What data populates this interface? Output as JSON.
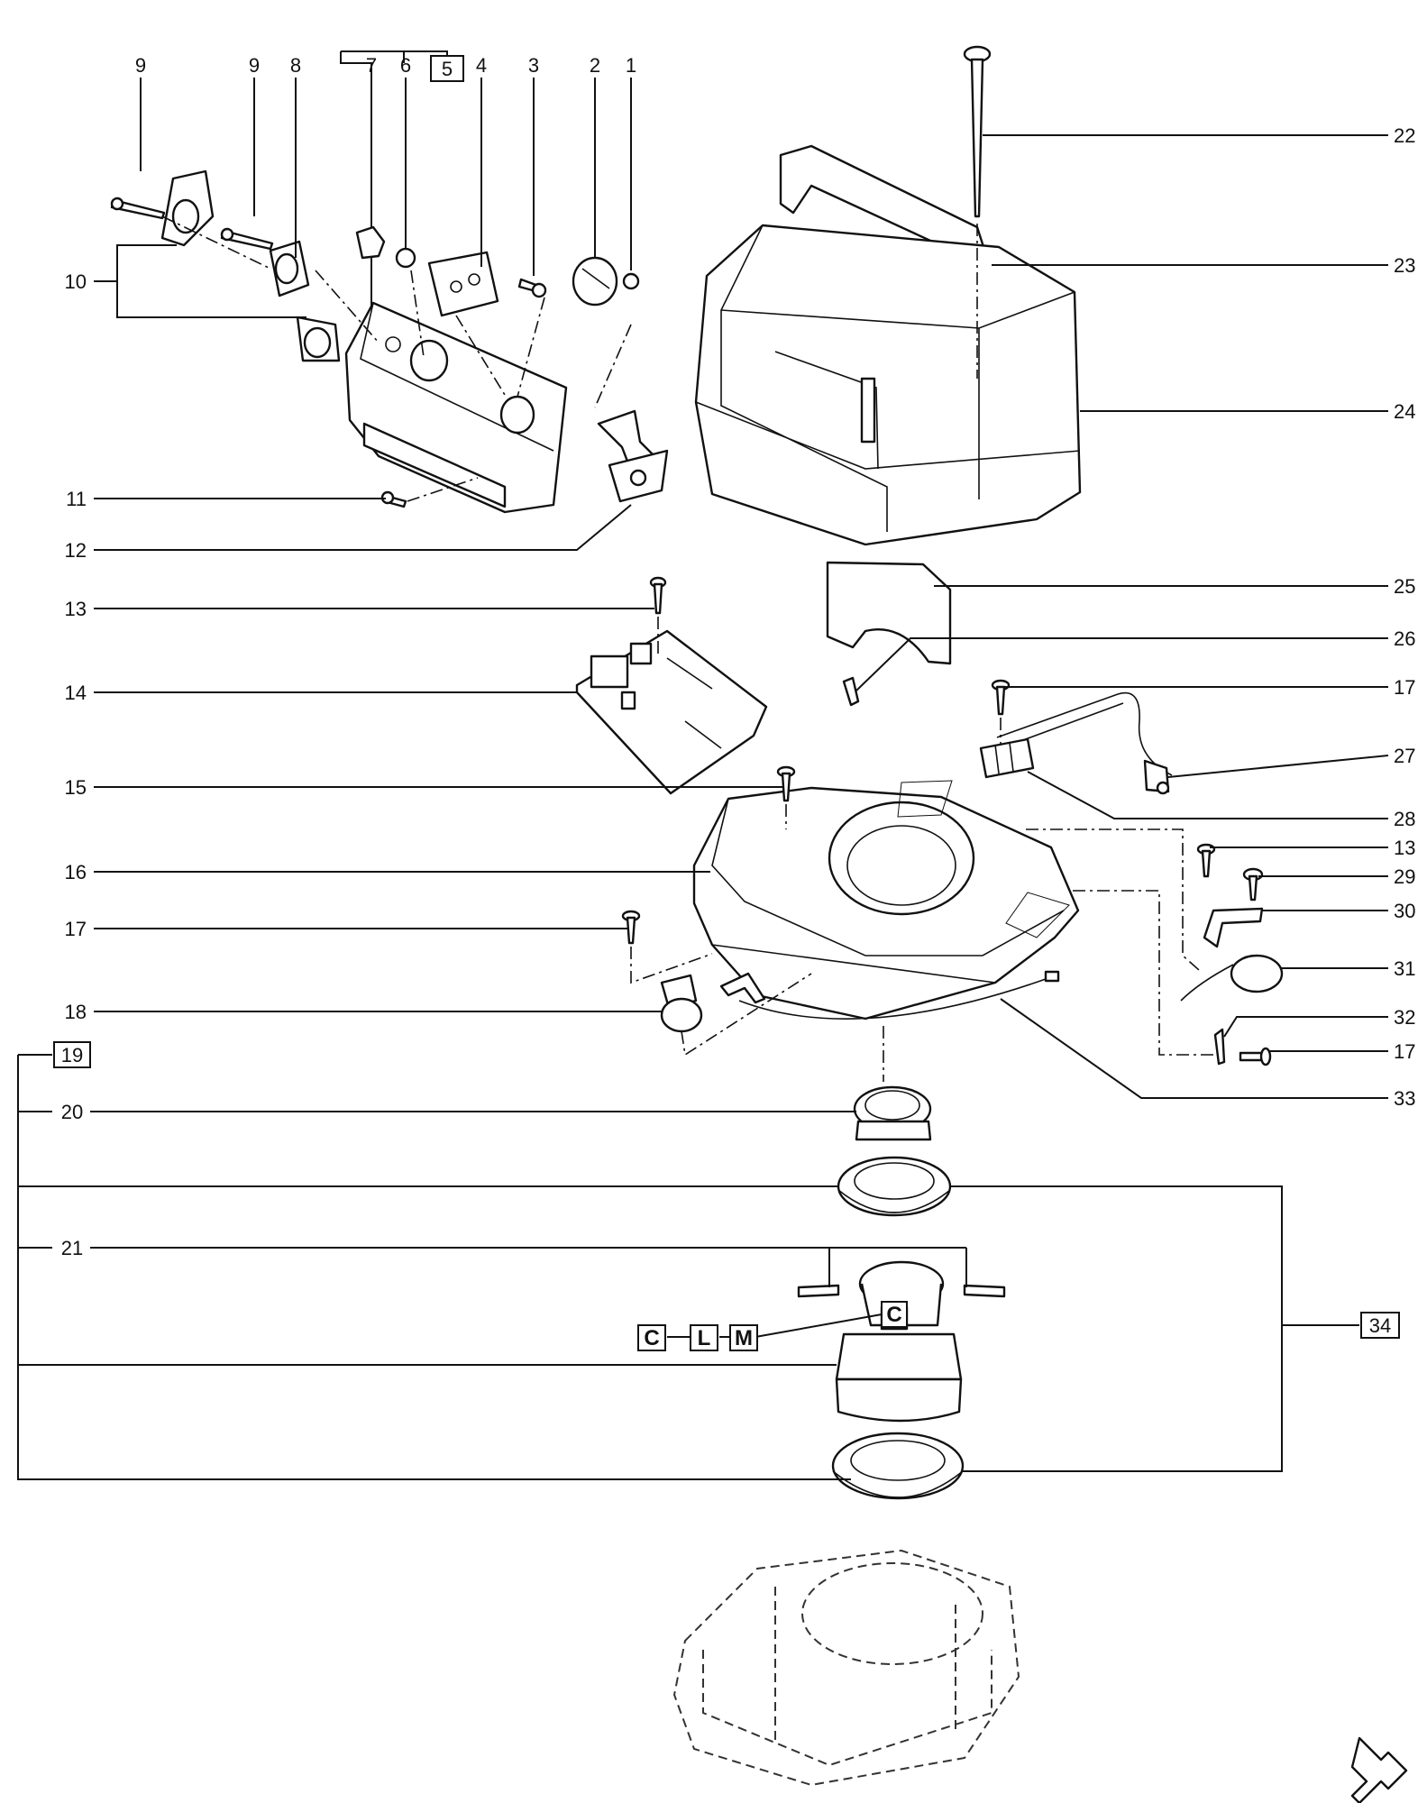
{
  "callouts": {
    "c1": "1",
    "c2": "2",
    "c3": "3",
    "c4": "4",
    "c5": "5",
    "c6": "6",
    "c7": "7",
    "c8": "8",
    "c9a": "9",
    "c9b": "9",
    "c10": "10",
    "c11": "11",
    "c12": "12",
    "c13a": "13",
    "c13b": "13",
    "c14": "14",
    "c15": "15",
    "c16": "16",
    "c17a": "17",
    "c17b": "17",
    "c17c": "17",
    "c18": "18",
    "c19": "19",
    "c20": "20",
    "c21": "21",
    "c22": "22",
    "c23": "23",
    "c24": "24",
    "c25": "25",
    "c26": "26",
    "c27": "27",
    "c28": "28",
    "c29": "29",
    "c30": "30",
    "c31": "31",
    "c32": "32",
    "c33": "33",
    "c34": "34"
  },
  "variant_codes": {
    "motor_tag": "C",
    "box_c": "C",
    "box_l": "L",
    "box_m": "M"
  },
  "icons": {
    "next_page": "next-page-arrow-icon"
  }
}
